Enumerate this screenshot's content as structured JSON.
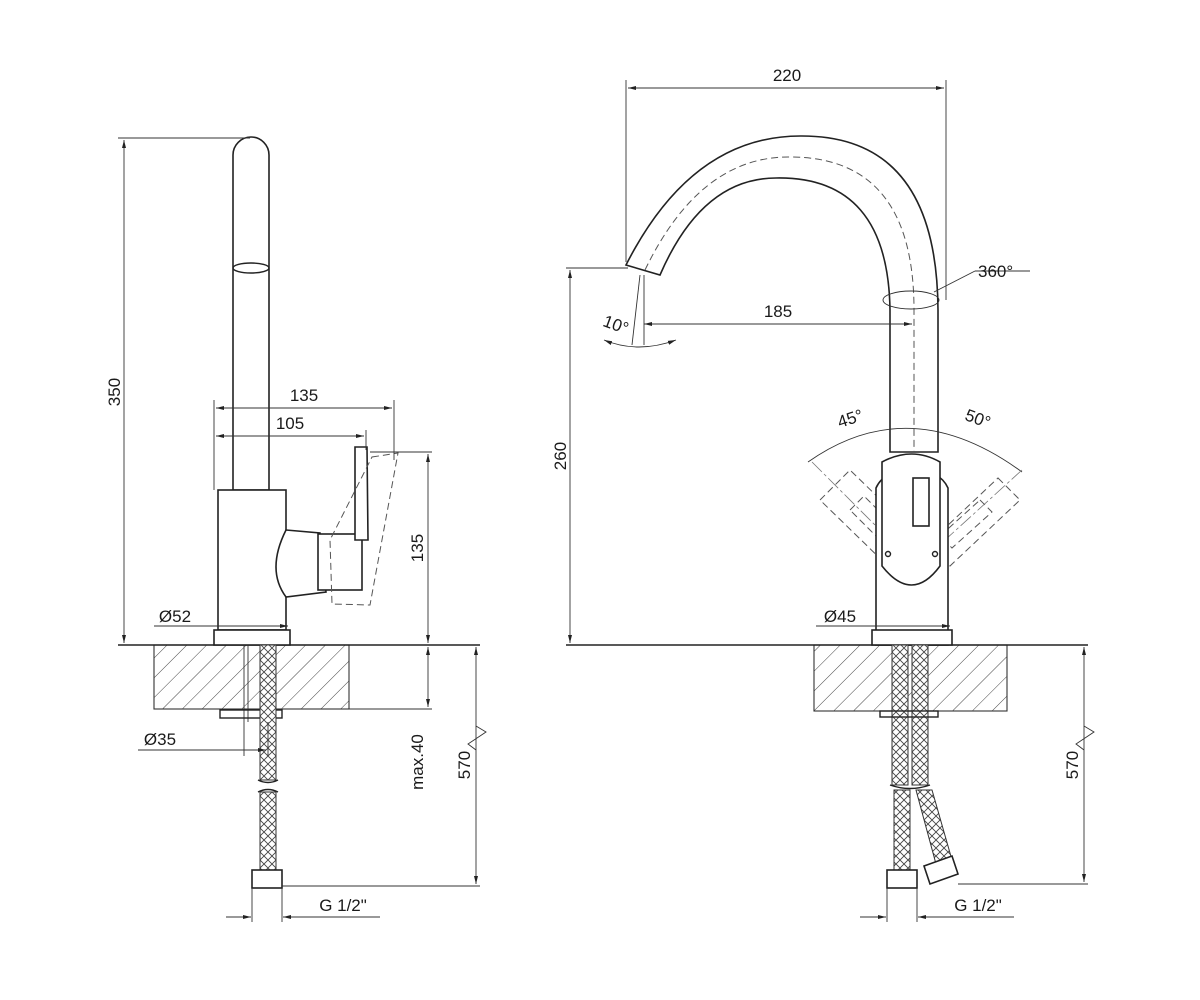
{
  "side_view": {
    "height_total": "350",
    "reach_outer": "135",
    "reach_inner": "105",
    "handle_height": "135",
    "base_diameter": "Ø52",
    "hole_diameter": "Ø35",
    "max_thickness": "max.40",
    "hose_length": "570",
    "thread": "G 1/2\""
  },
  "front_view": {
    "width_total": "220",
    "spout_reach": "185",
    "swivel_angle": "360°",
    "spout_tilt": "10°",
    "outlet_height": "260",
    "handle_left_angle": "45°",
    "handle_right_angle": "50°",
    "base_diameter": "Ø45",
    "hose_length": "570",
    "thread": "G 1/2\""
  }
}
